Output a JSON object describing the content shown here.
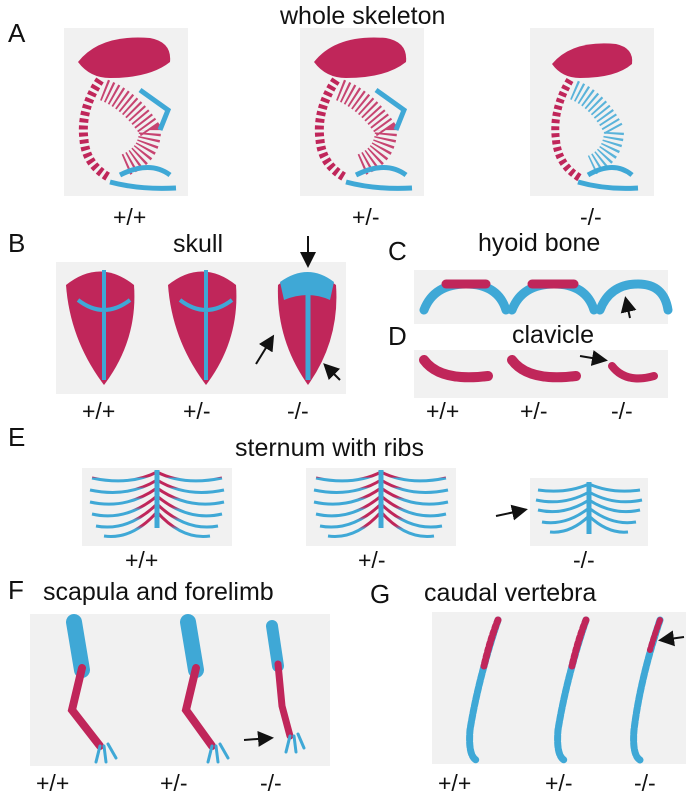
{
  "panels": {
    "A": {
      "letter": "A",
      "title": "whole skeleton",
      "genotypes": [
        "+/+",
        "+/-",
        "-/-"
      ]
    },
    "B": {
      "letter": "B",
      "title": "skull",
      "genotypes": [
        "+/+",
        "+/-",
        "-/-"
      ]
    },
    "C": {
      "letter": "C",
      "title": "hyoid bone"
    },
    "D": {
      "letter": "D",
      "title": "clavicle",
      "genotypes": [
        "+/+",
        "+/-",
        "-/-"
      ]
    },
    "E": {
      "letter": "E",
      "title": "sternum with ribs",
      "genotypes": [
        "+/+",
        "+/-",
        "-/-"
      ]
    },
    "F": {
      "letter": "F",
      "title": "scapula and forelimb",
      "genotypes": [
        "+/+",
        "+/-",
        "-/-"
      ]
    },
    "G": {
      "letter": "G",
      "title": "caudal vertebra",
      "genotypes": [
        "+/+",
        "+/-",
        "-/-"
      ]
    }
  },
  "colors": {
    "bone": "#c0265a",
    "cartilage": "#3fa8d6",
    "background": "#f1f1f1"
  }
}
